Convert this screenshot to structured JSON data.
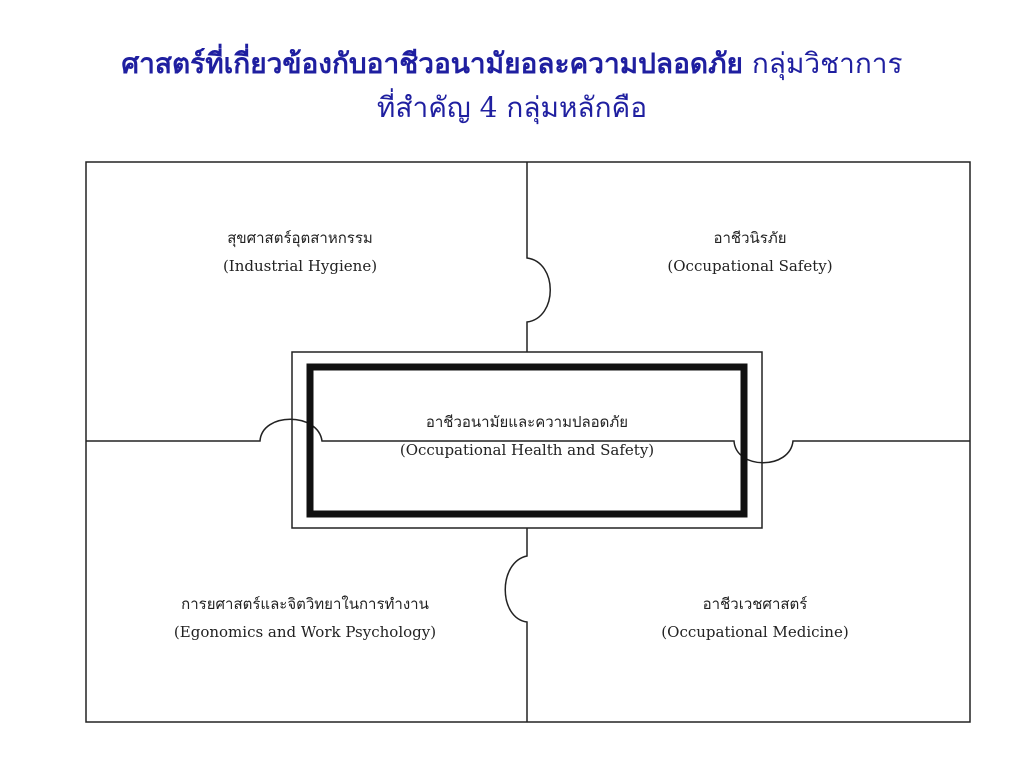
{
  "title": {
    "line1_bold": "ศาสตร์ที่เกี่ยวข้องกับอาชีวอนามัยอละความปลอดภัย",
    "line1_rest": " กลุ่มวิชาการ",
    "line2": "ที่สำคัญ 4 กลุ่มหลักคือ",
    "color": "#1f1fa0"
  },
  "diagram": {
    "top_left": {
      "thai": "สุขศาสตร์อุตสาหกรรม",
      "english": "(Industrial Hygiene)"
    },
    "top_right": {
      "thai": "อาชีวนิรภัย",
      "english": "(Occupational Safety)"
    },
    "center": {
      "thai": "อาชีวอนามัยและความปลอดภัย",
      "english": "(Occupational Health and Safety)"
    },
    "bottom_left": {
      "thai": "การยศาสตร์และจิตวิทยาในการทำงาน",
      "english": "(Egonomics and Work Psychology)"
    },
    "bottom_right": {
      "thai": "อาชีวเวชศาสตร์",
      "english": "(Occupational Medicine)"
    }
  }
}
